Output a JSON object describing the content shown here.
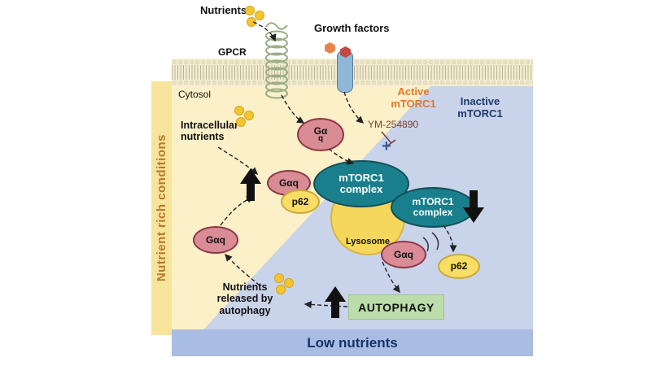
{
  "figure": {
    "side_condition": "Nutrient rich conditions",
    "bottom_condition": "Low nutrients"
  },
  "extracellular": {
    "nutrients_label": "Nutrients",
    "growth_factors_label": "Growth factors",
    "gpcr_label": "GPCR"
  },
  "cytosol": {
    "label": "Cytosol",
    "intracellular_nutrients": {
      "line1": "Intracellular",
      "line2": "nutrients"
    }
  },
  "states": {
    "active": {
      "line1": "Active",
      "line2": "mTORC1"
    },
    "inactive": {
      "line1": "Inactive",
      "line2": "mTORC1"
    }
  },
  "signaling": {
    "inhibitor_label": "YM-254890",
    "plus_sign": "+",
    "galpha_line1": "Gα",
    "galpha_line2": "q"
  },
  "molecules": {
    "gaq": "Gαq",
    "p62": "p62",
    "mtorc1_complex": {
      "line1": "mTORC1",
      "line2": "complex"
    },
    "lysosome": "Lysosome"
  },
  "autophagy": {
    "box_label": "AUTOPHAGY",
    "released": {
      "line1": "Nutrients",
      "line2": "released by",
      "line3": "autophagy"
    }
  },
  "colors": {
    "nutrient_rich_bg": "#FBF0C8",
    "low_nutrient_bg": "#C9D3EA",
    "sidebar_bg": "#F7E49B",
    "bottom_bar_bg": "#A9BCE1",
    "teal_complex": "#1A7F8C",
    "rose_gaq": "#D98C95",
    "gold_p62": "#F9DD65",
    "lysosome_gold": "#F6D75E",
    "autophagy_green": "#BCDDA9",
    "active_orange": "#E0782B",
    "inactive_navy": "#1C3A6E",
    "inhibitor_maroon": "#7B4031",
    "nutrient_dot_gold": "#F3C52F"
  }
}
